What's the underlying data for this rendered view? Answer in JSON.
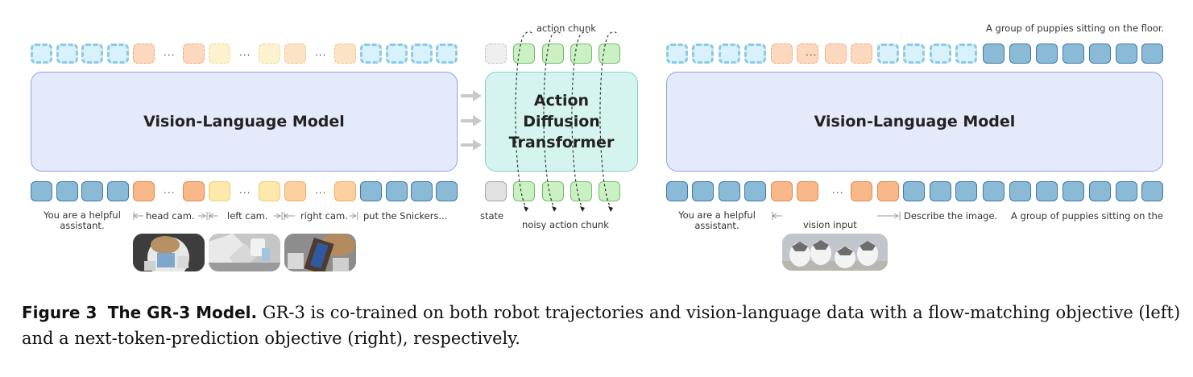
{
  "left_panel": {
    "vlm_label": "Vision-Language Model",
    "prompt_label": "You are a helpful assistant.",
    "head_cam_label": "head cam.",
    "left_cam_label": "left cam.",
    "right_cam_label": "right cam.",
    "instruction_label": "put the Snickers...",
    "ellipsis": "..."
  },
  "center_panel": {
    "adt_line1": "Action",
    "adt_line2": "Diffusion",
    "adt_line3": "Transformer",
    "action_chunk_label": "action chunk",
    "state_label": "state",
    "noisy_action_chunk_label": "noisy action chunk"
  },
  "right_panel": {
    "vlm_label": "Vision-Language Model",
    "output_text": "A group of puppies sitting on the floor.",
    "prompt_label": "You are a helpful assistant.",
    "vision_input_label": "vision input",
    "describe_label": "Describe the image.",
    "answer_label": "A group of puppies sitting on the",
    "ellipsis": "..."
  },
  "caption": {
    "figure_label": "Figure 3",
    "title": "The GR-3 Model.",
    "body": "GR-3 is co-trained on both robot trajectories and vision-language data with a flow-matching objective (left) and a next-token-prediction objective (right), respectively."
  },
  "colors": {
    "token_blue": "#8bbad6",
    "token_orange": "#f8b889",
    "token_yellow": "#fde9ab",
    "token_green": "#cbf0c3",
    "vlm_fill": "#e5eafb",
    "adt_fill": "#d5f4ef"
  }
}
